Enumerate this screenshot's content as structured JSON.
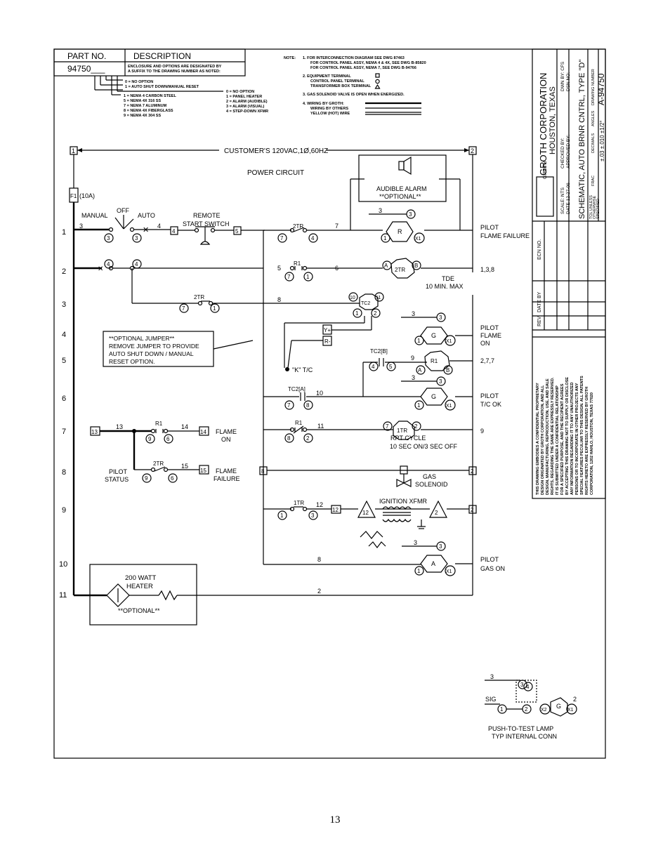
{
  "title_block": {
    "part_no_label": "PART NO.",
    "description_label": "DESCRIPTION",
    "part_no": "94750___",
    "suffix_note_1": "ENCLOSURE AND OPTIONS ARE DESIGNATED BY",
    "suffix_note_2": "A SUFFIX TO THE DRAWING NUMBER AS NOTED:",
    "opt_reset": [
      "0 = NO OPTION",
      "1 = AUTO SHUT DOWN/MANUAL RESET"
    ],
    "opt_enclosure": [
      "1 = NEMA 4 CARBON STEEL",
      "5 = NEMA 4X 316 SS",
      "7 = NEMA 7 ALUMINUM",
      "8 = NEMA 4X FIBERGLASS",
      "9 = NEMA 4X 304 SS"
    ],
    "opt_accessory": [
      "0 = NO OPTION",
      "1 = PANEL HEATER",
      "2 = ALARM (AUDIBLE)",
      "3 = ALARM (VISUAL)",
      "4 = STEP-DOWN XFMR"
    ]
  },
  "notes": {
    "label": "NOTE:",
    "n1a": "1.  FOR INTERCONNECTION DIAGRAM SEE DWG 87463",
    "n1b": "FOR CONTROL PANEL ASSY, NEMA 4 & 4X, SEE DWG B-85820",
    "n1c": "FOR CONTROL PANEL ASSY, NEMA 7, SEE DWG B-94766",
    "n2a": "2.  EQUIPMENT TERMINAL",
    "n2b": "CONTROL PANEL TERMINAL",
    "n2c": "TRANSFORMER BOX TERMINAL",
    "n3": "3.  GAS SOLENOID VALVE IS OPEN WHEN ENERGIZED.",
    "n4a": "4.  WIRING BY GROTH:",
    "n4b": "WIRING BY OTHERS",
    "n4c": "YELLOW (HOT) WIRE"
  },
  "schematic": {
    "supply": "CUSTOMER'S 120VAC,1Ø,60HZ",
    "power_circuit": "POWER CIRCUIT",
    "fuse_id": "F1",
    "fuse_rating": "(10A)",
    "manual": "MANUAL",
    "off": "OFF",
    "auto": "AUTO",
    "remote_1": "REMOTE",
    "remote_2": "START SWITCH",
    "alarm_1": "AUDIBLE ALARM",
    "alarm_2": "**OPTIONAL**",
    "jumper": [
      "**OPTIONAL JUMPER**",
      "REMOVE JUMPER TO PROVIDE",
      "AUTO SHUT DOWN / MANUAL",
      "RESET OPTION."
    ],
    "tc": "\"K\" T/C",
    "tde_1": "TDE",
    "tde_2": "10 MIN. MAX",
    "rpt_1": "RPT CYCLE",
    "rpt_2": "10 SEC ON/3 SEC OFF",
    "gas_1": "GAS",
    "gas_2": "SOLENOID",
    "ignition": "IGNITION XFMR",
    "heater_1": "200 WATT",
    "heater_2": "HEATER",
    "heater_3": "**OPTIONAL**",
    "pilot_status_1": "PILOT",
    "pilot_status_2": "STATUS",
    "flame_on_1": "FLAME",
    "flame_on_2": "ON",
    "flame_fail_1": "FLAME",
    "flame_fail_2": "FAILURE",
    "right_labels": {
      "r1a": "PILOT",
      "r1b": "FLAME FAILURE",
      "r2": "1,3,8",
      "r4a": "PILOT",
      "r4b": "FLAME",
      "r4c": "ON",
      "r5": "2,7,7",
      "r6a": "PILOT",
      "r6b": "T/C OK",
      "r7": "9",
      "r10a": "PILOT",
      "r10b": "GAS ON"
    },
    "rungs": [
      "1",
      "2",
      "3",
      "4",
      "5",
      "6",
      "7",
      "8",
      "9",
      "10",
      "11"
    ],
    "push_test_1": "PUSH-TO-TEST LAMP",
    "push_test_2": "TYP INTERNAL CONN",
    "sig": "SIG"
  },
  "side_block": {
    "company": "GROTH CORPORATION",
    "city": "HOUSTON, TEXAS",
    "dwn_by": "DWN BY:  CFS",
    "scale": "SCALE:  NTS",
    "checked": "CHECKED BY:",
    "dsn": "DSN NO:",
    "date": "DATE 12-27-06",
    "approved": "APPROVED BY:",
    "title": "SCHEMATIC, AUTO BRNR CNTRL, TYPE \"D\"",
    "tol_1": "TOL UNLESS",
    "tol_2": "OTHERWISE",
    "tol_3": "SPECIFIED",
    "frac": "FRAC",
    "decimals": "DECIMALS",
    "angles": "ANGLES",
    "dwg_number_label": "DRAWING NUMBER",
    "dwg_number": "A-94750",
    "tol_values": "±.03  ±.010  ±1/2°",
    "rev": "REV",
    "rev_date": "DATE",
    "rev_by": "BY",
    "ecn": "ECN NO.",
    "proprietary": [
      "THIS DRAWING EMBODIES A CONFIDENTIAL PROPRIETARY",
      "DESIGN ORIGINATED BY GROTH CORPORATION, AND ALL",
      "DESIGN, MANUFACTURING, REPRODUCTION, USE, AND SALE",
      "RIGHTS, REGARDING THE SAME ARE EXPRESSLY RESERVED.",
      "IT IS SUBMITTED UNDER A CONFIDENTIAL RELATIONSHIP",
      "FOR A SPECIFIED PURPOSE, AND THE RECIPIENT AGREES",
      "BY ACCEPTING THIS DRAWING NOT TO SUPPLY OR DISCLOSE",
      "ANY INFORMATION REGARDING IT TO ANY UNAUTHORIZED",
      "PERSONS OR TO INCORPORATE IN OTHER PROJECTS ANY",
      "SPECIAL FEATURES PECULIAR TO THIS DESIGN. ALL PATENTS",
      "RIGHTS HERETO ARE EXPRESSLY RESERVED BY GROTH",
      "CORPORATION, 1202 HAHLO, HOUSTON, TEXAS 77020"
    ]
  },
  "page_number": "13"
}
